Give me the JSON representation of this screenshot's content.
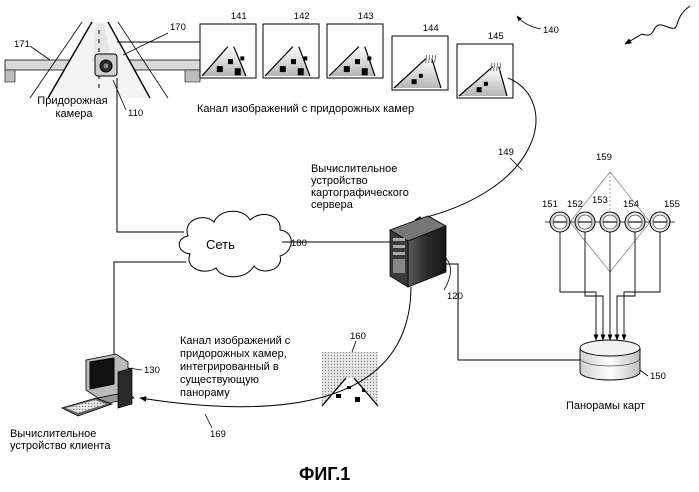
{
  "labels": {
    "roadside_camera": [
      "Придорожная",
      "камера"
    ],
    "feed_caption": "Канал изображений с придорожных камер",
    "server": [
      "Вычислительное",
      "устройство",
      "картографического",
      "сервера"
    ],
    "network": "Сеть",
    "integrated_feed": [
      "Канал изображений с",
      "придорожных камер,",
      "интегрированный в",
      "существующую",
      "панораму"
    ],
    "client": [
      "Вычислительное",
      "устройство клиента"
    ],
    "panoramas": "Панорамы карт",
    "figure": "ФИГ.1"
  },
  "refs": {
    "road": "171",
    "camera_mount": "170",
    "camera": "110",
    "feed": "140",
    "frames": [
      "141",
      "142",
      "143",
      "144",
      "145"
    ],
    "feed_arrow": "149",
    "server": "120",
    "network": "180",
    "client": "130",
    "integrated_image": "160",
    "client_arrow": "169",
    "database": "150",
    "projection": "159",
    "panorama_nodes": [
      "151",
      "152",
      "153",
      "154",
      "155"
    ]
  }
}
